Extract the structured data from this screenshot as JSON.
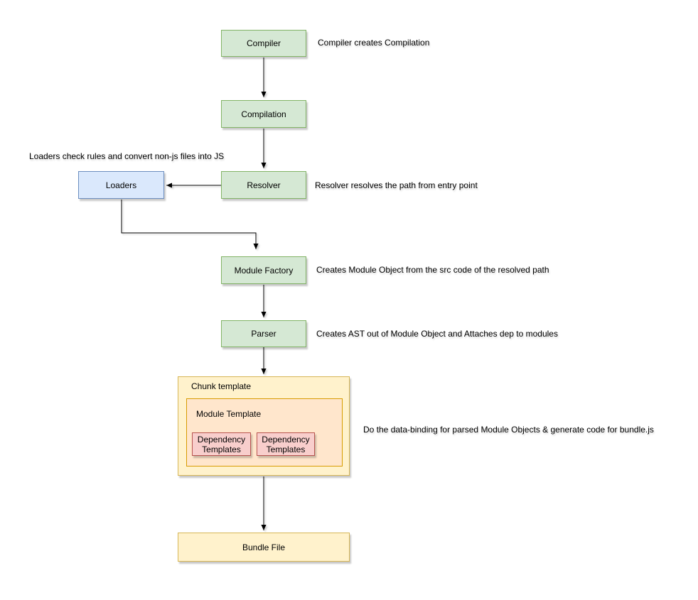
{
  "nodes": {
    "compiler": {
      "label": "Compiler"
    },
    "compilation": {
      "label": "Compilation"
    },
    "resolver": {
      "label": "Resolver"
    },
    "loaders": {
      "label": "Loaders"
    },
    "module_factory": {
      "label": "Module Factory"
    },
    "parser": {
      "label": "Parser"
    },
    "chunk_template": {
      "label": "Chunk template"
    },
    "module_template": {
      "label": "Module Template"
    },
    "dependency_templates_1": {
      "label": "Dependency Templates"
    },
    "dependency_templates_2": {
      "label": "Dependency Templates"
    },
    "bundle_file": {
      "label": "Bundle File"
    }
  },
  "annotations": {
    "compiler_note": "Compiler creates Compilation",
    "loaders_note": "Loaders check rules and convert non-js files into JS",
    "resolver_note": "Resolver resolves the path from entry point",
    "module_factory_note": "Creates Module Object from the src code of the resolved path",
    "parser_note": "Creates AST out of Module Object and Attaches dep to modules",
    "chunk_note": "Do the data-binding for parsed Module Objects & generate code for bundle.js"
  },
  "colors": {
    "green_fill": "#d5e8d4",
    "green_stroke": "#82b366",
    "blue_fill": "#dae8fc",
    "blue_stroke": "#6c8ebf",
    "yellow_fill": "#fff2cc",
    "yellow_stroke": "#d6b656",
    "orange_fill": "#ffe6cc",
    "orange_stroke": "#d79b00",
    "pink_fill": "#f8cecc",
    "pink_stroke": "#b85450",
    "edge_stroke": "#000000"
  }
}
